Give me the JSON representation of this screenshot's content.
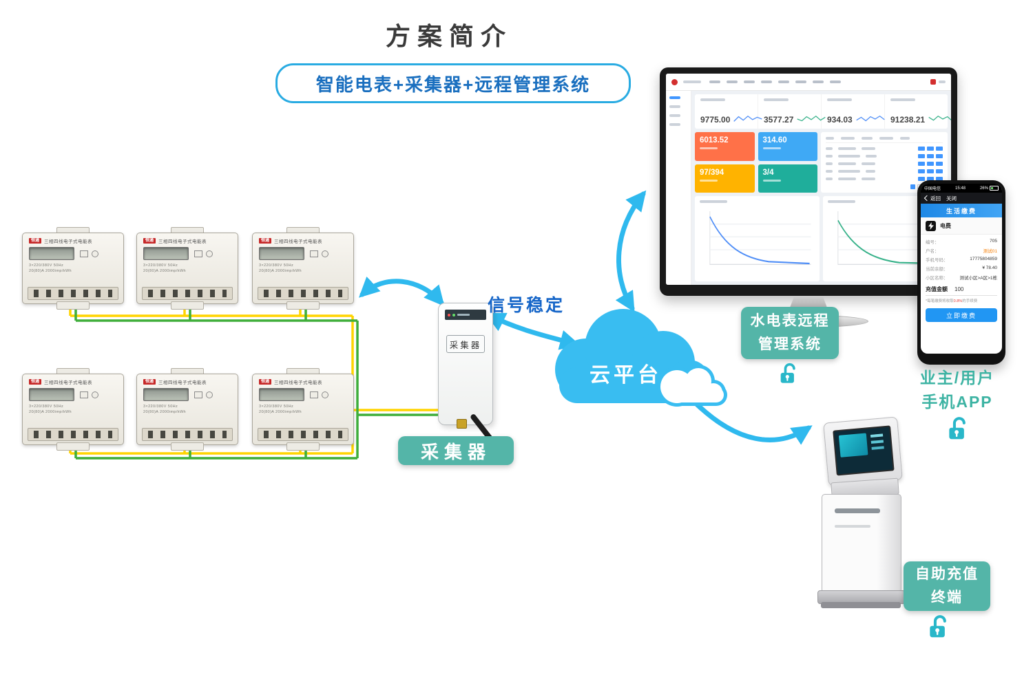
{
  "colors": {
    "accent_blue": "#29abe2",
    "deep_blue": "#1a6fbf",
    "signal_blue": "#1565c8",
    "teal_box": "#54b5a8",
    "lock_teal": "#29b7c9",
    "cloud_blue": "#39bdf1",
    "wire_yellow": "#ffd400",
    "wire_green": "#3fae3a",
    "tile_orange": "#ff7148",
    "tile_blue": "#3fa9f5",
    "tile_amber": "#ffb300",
    "tile_teal": "#1fae9b"
  },
  "page": {
    "title": "方案简介",
    "subtitle": "智能电表+采集器+远程管理系统",
    "signal_label": "信号稳定",
    "cloud_label": "云平台",
    "collector_box_label": "采集器",
    "mgmt_line1": "水电表远程",
    "mgmt_line2": "管理系统",
    "app_line1": "业主/用户",
    "app_line2": "手机APP",
    "kiosk_line1": "自助充值",
    "kiosk_line2": "终端"
  },
  "meter": {
    "brand": "恒通",
    "type_text": "三相四线电子式电能表",
    "spec1": "3×220/380V  50Hz",
    "spec2": "20(80)A  2000imp/kWh"
  },
  "collector": {
    "device_label": "采集器"
  },
  "dashboard": {
    "stats": [
      {
        "value": "9775.00"
      },
      {
        "value": "3577.27"
      },
      {
        "value": "934.03"
      },
      {
        "value": "91238.21"
      }
    ],
    "tiles": [
      {
        "value": "6013.52"
      },
      {
        "value": "314.60"
      },
      {
        "value": "97/394"
      },
      {
        "value": "3/4"
      }
    ]
  },
  "phone": {
    "carrier": "中国电信",
    "time": "15:48",
    "battery": "26%",
    "back_label": "返回",
    "close_label": "关闭",
    "banner": "生活缴费",
    "service": "电费",
    "rows": [
      {
        "label": "编号：",
        "value": "705"
      },
      {
        "label": "户名：",
        "value": "测试01"
      },
      {
        "label": "手机号码：",
        "value": "17775804859"
      },
      {
        "label": "当前余额：",
        "value": "¥ 78.40"
      },
      {
        "label": "小区名称：",
        "value": "测试小区>A区>1栋"
      }
    ],
    "amount_label": "充值金额",
    "amount_value": "100",
    "fee_prefix": "*每笔缴费将收取",
    "fee_rate": "0.8%",
    "fee_suffix": "的手续费",
    "pay_button": "立即缴费"
  }
}
